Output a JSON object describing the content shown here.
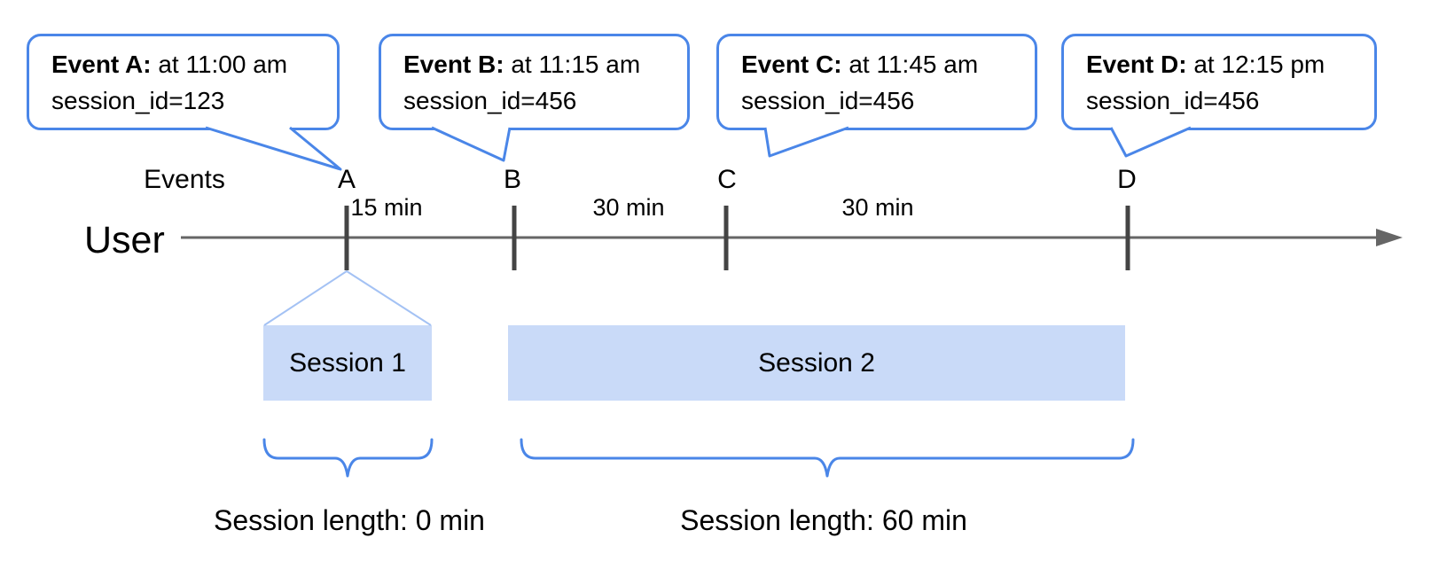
{
  "timeline": {
    "axis_label": "User",
    "events_label": "Events",
    "intervals": [
      "15 min",
      "30 min",
      "30 min"
    ]
  },
  "events": [
    {
      "label": "A",
      "title_bold": "Event A:",
      "title_rest": " at 11:00 am",
      "detail": "session_id=123"
    },
    {
      "label": "B",
      "title_bold": "Event B:",
      "title_rest": " at 11:15 am",
      "detail": "session_id=456"
    },
    {
      "label": "C",
      "title_bold": "Event C:",
      "title_rest": " at 11:45 am",
      "detail": "session_id=456"
    },
    {
      "label": "D",
      "title_bold": "Event D:",
      "title_rest": " at 12:15 pm",
      "detail": "session_id=456"
    }
  ],
  "sessions": [
    {
      "label": "Session 1",
      "length_label": "Session length: 0 min"
    },
    {
      "label": "Session 2",
      "length_label": "Session length: 60 min"
    }
  ],
  "colors": {
    "accent_blue": "#4a86e8",
    "light_blue_fill": "#c9daf8",
    "funnel_blue": "#a4c2f4",
    "line_gray": "#666666",
    "tick_gray": "#444444"
  }
}
